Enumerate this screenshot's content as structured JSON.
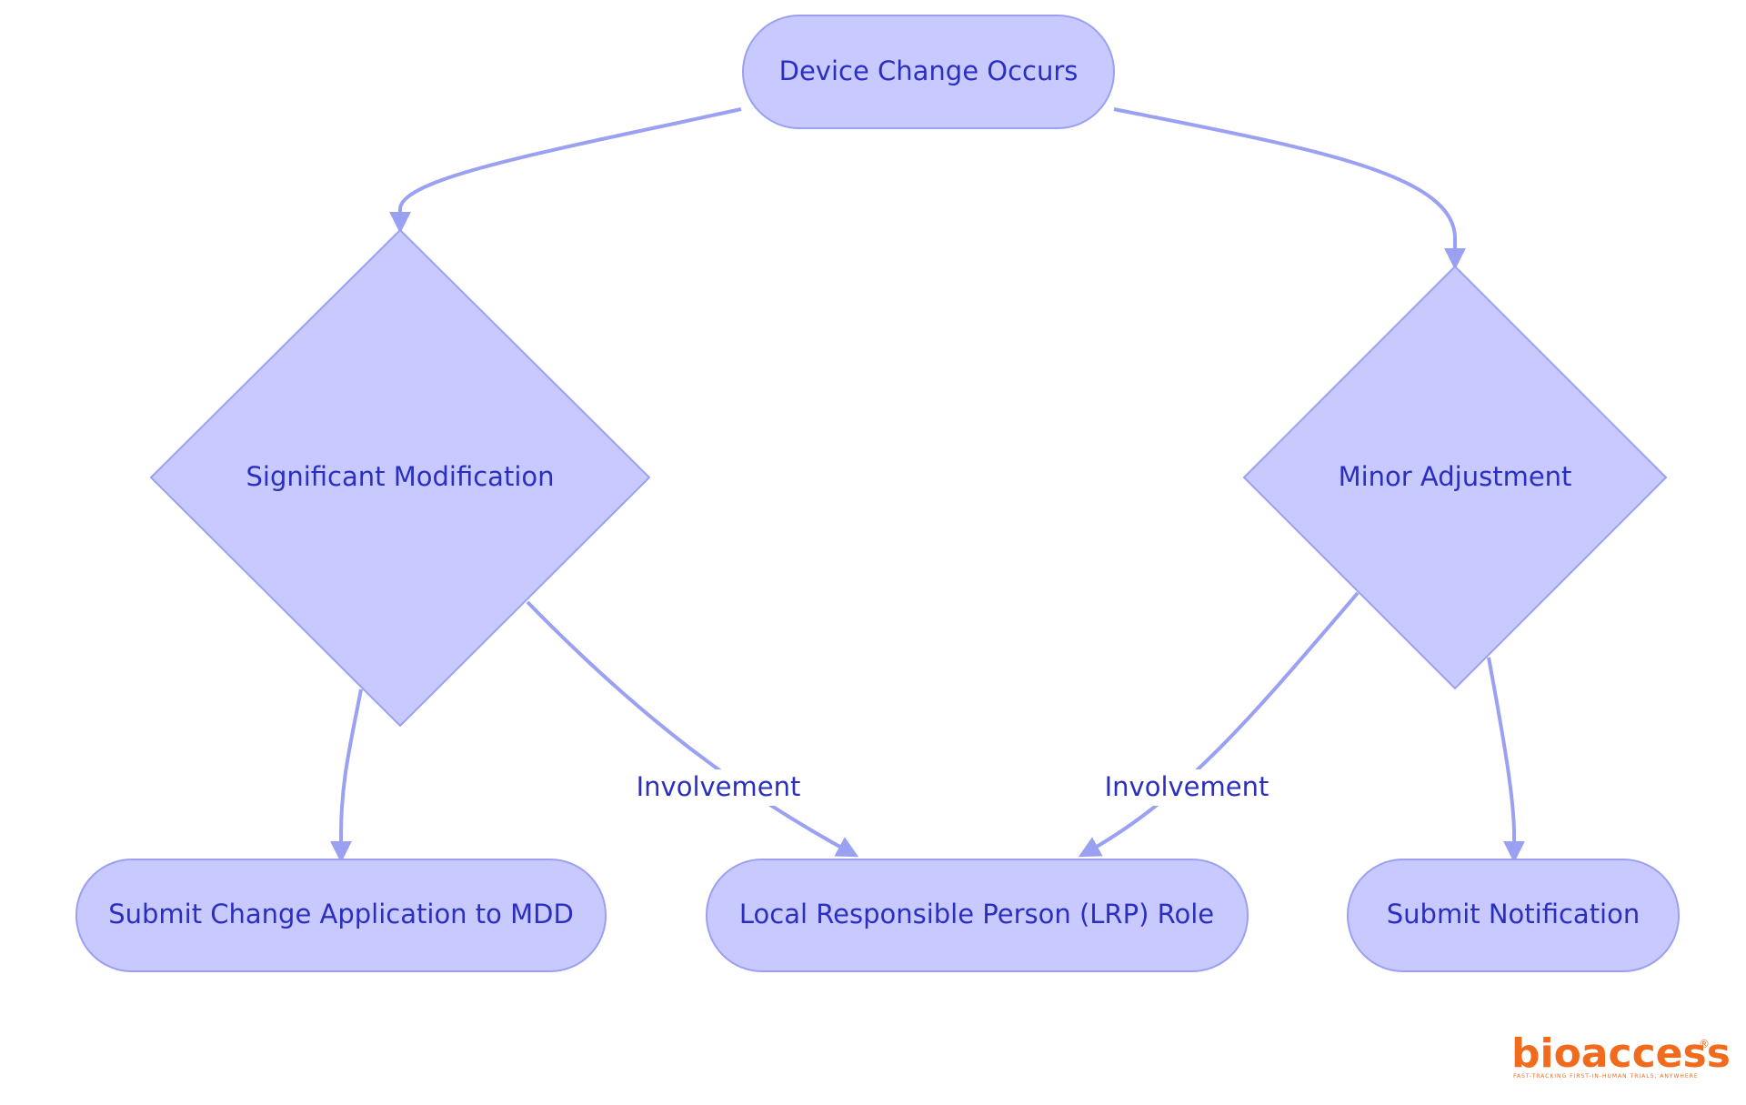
{
  "nodes": {
    "start": "Device Change Occurs",
    "significant": "Significant Modification",
    "minor": "Minor Adjustment",
    "submit_application": "Submit Change Application to MDD",
    "lrp": "Local Responsible Person (LRP) Role",
    "submit_notification": "Submit Notification"
  },
  "edges": {
    "significant_to_lrp": "Involvement",
    "minor_to_lrp": "Involvement"
  },
  "logo": {
    "wordmark": "bioaccess",
    "registered": "®",
    "tagline": "FAST-TRACKING FIRST-IN-HUMAN TRIALS, ANYWHERE"
  },
  "colors": {
    "node_fill": "#c8caff",
    "node_stroke": "#9aa0f2",
    "text": "#2b2fbf",
    "edge": "#9aa0f2",
    "logo": "#f26a1b"
  }
}
